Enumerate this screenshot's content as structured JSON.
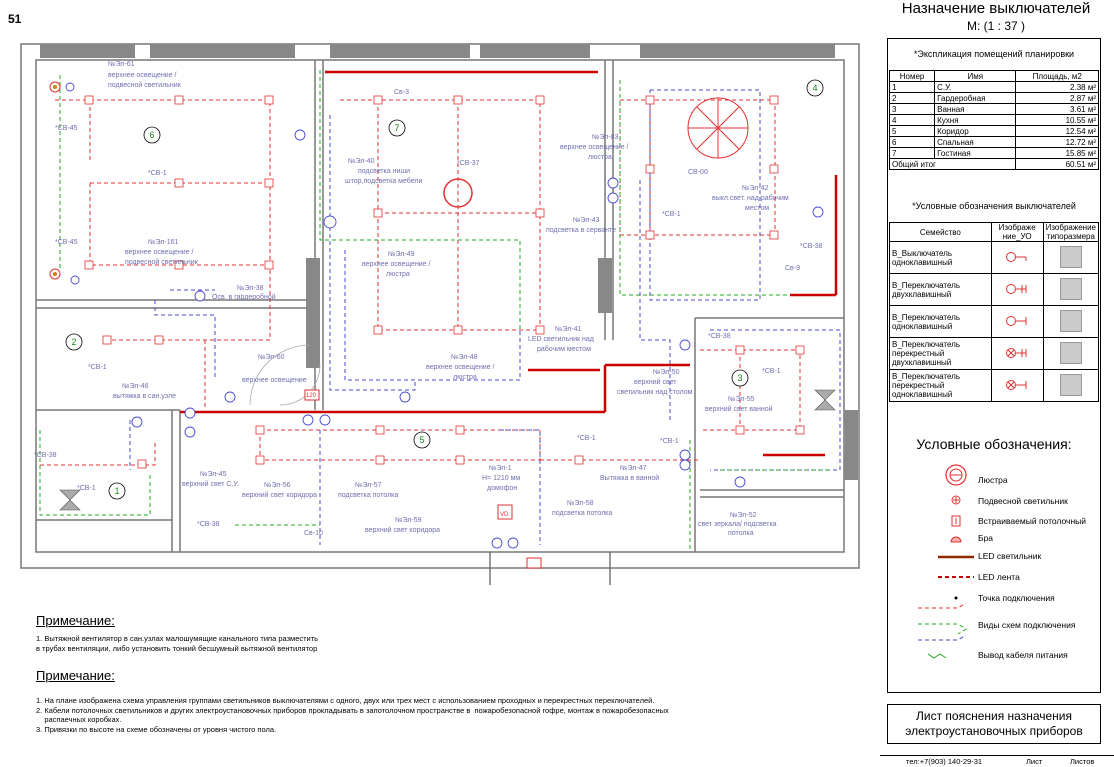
{
  "page": {
    "number": "51"
  },
  "header": {
    "title": "Назначение выключателей",
    "scale": "М: (1 : 37 )"
  },
  "explication": {
    "title": "*Экспликация помещений планировки",
    "columns": [
      "Номер",
      "Имя",
      "Площадь, м2"
    ],
    "rows": [
      [
        "1",
        "С.У.",
        "2.38 м²"
      ],
      [
        "2",
        "Гардеробная",
        "2.87 м²"
      ],
      [
        "3",
        "Ванная",
        "3.61 м²"
      ],
      [
        "4",
        "Кухня",
        "10.55 м²"
      ],
      [
        "5",
        "Коридор",
        "12.54 м²"
      ],
      [
        "6",
        "Спальная",
        "12.72 м²"
      ],
      [
        "7",
        "Гостиная",
        "15.85 м²"
      ]
    ],
    "total_label": "Общий итог",
    "total_value": "60.51 м²"
  },
  "switch_legend": {
    "title": "*Условные обозначения выключателей",
    "columns": [
      "Семейство",
      "Изображе ние_УО",
      "Изображение типоразмера"
    ],
    "rows": [
      {
        "family": "В_Выключатель одноклавишный",
        "icon": "single-switch-icon"
      },
      {
        "family": "В_Переключатель двухклавишный",
        "icon": "double-toggle-icon"
      },
      {
        "family": "В_Переключатель одноклавишный",
        "icon": "single-toggle-icon"
      },
      {
        "family": "В_Переключатель перекрестный двухклавишный",
        "icon": "cross-double-icon"
      },
      {
        "family": "В_Переключатель перекрестный одноклавишный",
        "icon": "cross-single-icon"
      }
    ]
  },
  "symbols": {
    "title": "Условные обозначения:",
    "items": [
      {
        "label": "Люстра",
        "icon": "chandelier-icon"
      },
      {
        "label": "Подвесной светильник",
        "icon": "pendant-lamp-icon"
      },
      {
        "label": "Встраиваемый потолочный",
        "icon": "recessed-light-icon"
      },
      {
        "label": "Бра",
        "icon": "sconce-icon"
      },
      {
        "label": "LED светильник",
        "icon": "led-lamp-icon"
      },
      {
        "label": "LED лента",
        "icon": "led-strip-icon"
      },
      {
        "label": "Точка подключения",
        "icon": "connection-point-icon"
      },
      {
        "label": "Виды схем подключения",
        "icon": "wiring-types-icon"
      },
      {
        "label": "Вывод кабеля питания",
        "icon": "power-cable-icon"
      }
    ]
  },
  "notes": [
    {
      "title": "Примечание:",
      "text": "1. Вытяжной вентилятор в сан.узлах малошумящие канального типа разместить\nв трубах вентиляции, либо установить тонкий бесшумный вытяжной вентилятор"
    },
    {
      "title": "Примечание:",
      "text": "1. На плане изображена схема управления группами светильников выключателями с одного, двух или трех мест с использованием проходных и перекрестных переключателей.\n2. Кабели потолочных светильников и других электроустановочных приборов прокладывать в запотолочном пространстве в  пожаробезопасной гофре, монтаж в пожаробезопасных\n    распаечных коробках.\n3. Привязки по высоте на схеме обозначены от уровня чистого пола."
    }
  ],
  "title_block": {
    "line1": "Лист пояснения назначения",
    "line2": "электроустановочных приборов"
  },
  "footer": {
    "phone": "тел:+7(903) 140-29-31",
    "sheet": "Лист",
    "sheets": "Листов"
  },
  "plan": {
    "rooms": [
      "1",
      "2",
      "3",
      "4",
      "5",
      "6",
      "7"
    ],
    "labels": [
      "№Эл-61",
      "верхнее освещение /",
      "подвесной светильник",
      "*СВ-45",
      "*СВ-1",
      "*СВ-45",
      "№Эл-161",
      "верхнее освещение /",
      "подвесной светильник",
      "№Эл-38",
      "Осв. в гардеробной",
      "*СВ-1",
      "№Эл-60",
      "верхнее освещение",
      "№Эл-46",
      "вытяжка в сан.узле",
      "*СВ-38",
      "*СВ-1",
      "№Эл-45",
      "верхний свет С.У.",
      "*СВ-38",
      "Св-3",
      "№Эл-40",
      "подсветка ниши",
      "штор,подсветка мебели",
      "*СВ-37",
      "№Эл-49",
      "верхнее освещение /",
      "люстра",
      "№Эл-48",
      "верхнее освещение /",
      "люстра",
      "№Эл-41",
      "LED светильник над",
      "рабочим местом",
      "№Эл-83",
      "верхнее освещение /",
      "люстра",
      "№Эл-43",
      "подсветка в серванте",
      "СВ-00",
      "№Эл-42",
      "выкл.свет. над рабочим",
      "местом",
      "*СВ-1",
      "*СВ-38",
      "Св-9",
      "*СВ-38",
      "*СВ-1",
      "№Эл-50",
      "верхний свет",
      "светильник над столом",
      "№Эл-55",
      "верхний свет ванной",
      "*СВ-1",
      "№Эл-47",
      "Вытяжка в ванной",
      "№Эл-56",
      "верхний свет коридора",
      "№Эл-57",
      "подсветка потолка",
      "№Эл-1",
      "Н= 1210 мм",
      "домофон",
      "VD",
      "№Эл-58",
      "подсветка потолка",
      "№Эл-59",
      "верхний свет коридора",
      "Св-10",
      "№Эл-52",
      "свет зеркала/ подсветка",
      "потолка",
      "*СВ-1",
      "120"
    ]
  },
  "colors": {
    "wire_red": "#e23030",
    "wire_blue": "#4a4ad0",
    "wire_green": "#22aa22",
    "label": "#6f6fb0",
    "wall": "#7a7a7a",
    "led": "#cc0000"
  }
}
